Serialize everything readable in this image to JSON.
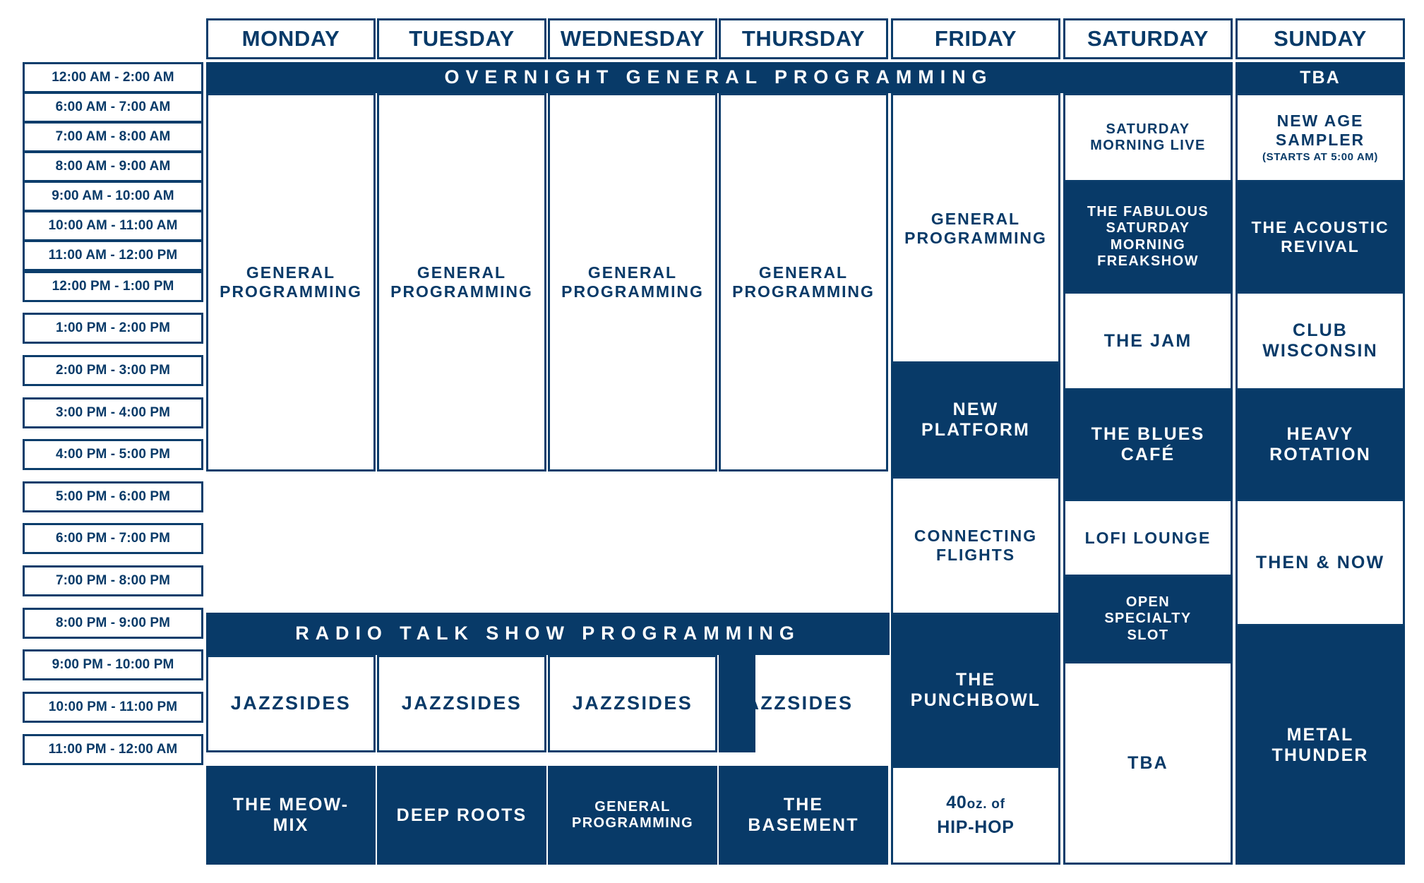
{
  "schedule": {
    "days": [
      "MONDAY",
      "TUESDAY",
      "WEDNESDAY",
      "THURSDAY",
      "FRIDAY",
      "SATURDAY",
      "SUNDAY"
    ],
    "times": [
      "12:00 AM - 2:00 AM",
      "6:00 AM - 7:00 AM",
      "7:00 AM - 8:00 AM",
      "8:00 AM - 9:00 AM",
      "9:00 AM - 10:00 AM",
      "10:00 AM - 11:00 AM",
      "11:00 AM - 12:00 PM",
      "12:00 PM - 1:00 PM",
      "1:00 PM - 2:00 PM",
      "2:00 PM - 3:00 PM",
      "3:00 PM - 4:00 PM",
      "4:00 PM - 5:00 PM",
      "5:00 PM - 6:00 PM",
      "6:00 PM - 7:00 PM",
      "7:00 PM - 8:00 PM",
      "8:00 PM - 9:00 PM",
      "9:00 PM - 10:00 PM",
      "10:00 PM - 11:00 PM",
      "11:00 PM - 12:00 AM"
    ],
    "banners": {
      "overnight": "OVERNIGHT GENERAL PROGRAMMING",
      "talk": "RADIO TALK SHOW PROGRAMMING"
    },
    "programs": {
      "general": "GENERAL PROGRAMMING",
      "tba_sunday_overnight": "TBA",
      "saturday_morning_live": "SATURDAY MORNING LIVE",
      "new_age_sampler": "NEW AGE SAMPLER",
      "new_age_sampler_note": "(STARTS AT 5:00 AM)",
      "fabulous_freakshow": "THE FABULOUS SATURDAY MORNING FREAKSHOW",
      "acoustic_revival": "THE ACOUSTIC REVIVAL",
      "friday_general": "GENERAL PROGRAMMING",
      "new_platform": "NEW PLATFORM",
      "the_jam": "THE JAM",
      "club_wisconsin": "CLUB WISCONSIN",
      "connecting_flights": "CONNECTING FLIGHTS",
      "blues_cafe": "THE BLUES CAFÉ",
      "heavy_rotation": "HEAVY ROTATION",
      "the_punchbowl": "THE PUNCHBOWL",
      "lofi_lounge": "LOFI LOUNGE",
      "then_and_now": "THEN & NOW",
      "open_specialty_slot": "OPEN SPECIALTY SLOT",
      "jazzsides_mon": "JAZZSIDES",
      "jazzsides_tue": "JAZZSIDES",
      "jazzsides_wed": "JAZZSIDES",
      "jazzsides_thu": "JAZZSIDES",
      "metal_thunder": "METAL THUNDER",
      "meow_mix": "THE MEOW-MIX",
      "deep_roots": "DEEP ROOTS",
      "wed_general_late": "GENERAL PROGRAMMING",
      "the_basement": "THE BASEMENT",
      "hiphop_num": "40",
      "hiphop_oz": "oz. ",
      "hiphop_of": "of",
      "hiphop_line2": "HIP-HOP",
      "tba_saturday_late": "TBA"
    },
    "colors": {
      "navy": "#083a68",
      "white": "#ffffff"
    }
  }
}
